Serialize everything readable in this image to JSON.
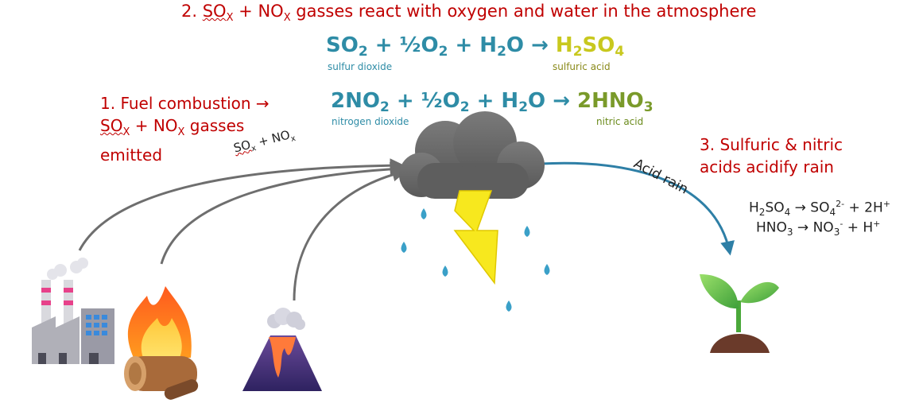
{
  "step2": {
    "num": "2. ",
    "so": "SO",
    "so_sub": "X",
    "plus": " + ",
    "no": "NO",
    "no_sub": "X",
    "rest": " gasses react with oxygen and water in the atmosphere"
  },
  "eq1": {
    "lhs": "SO",
    "lhs_sub": "2",
    "mid": " + ½O",
    "mid_sub": "2",
    "tail": " + H",
    "tail_sub": "2",
    "tail2": "O → ",
    "product": "H",
    "product_sub1": "2",
    "product_mid": "SO",
    "product_sub2": "4",
    "label_left": "sulfur dioxide",
    "label_right": "sulfuric acid"
  },
  "eq2": {
    "lhs": "2NO",
    "lhs_sub": "2",
    "mid": " + ½O",
    "mid_sub": "2",
    "tail": " + H",
    "tail_sub": "2",
    "tail2": "O → ",
    "product": "2HNO",
    "product_sub": "3",
    "label_left": "nitrogen dioxide",
    "label_right": "nitric acid"
  },
  "step1": {
    "line1": "1. Fuel combustion →",
    "so": "SO",
    "so_sub": "X",
    "plus": " + NO",
    "no_sub": "X",
    "gas": " gasses",
    "line3": "emitted"
  },
  "arrow_label": {
    "so": "SO",
    "so_sub": "x",
    "plus": " + NO",
    "no_sub": "x"
  },
  "acid_rain_label": "Acid rain",
  "step3": {
    "line1": "3. Sulfuric & nitric",
    "line2": "acids acidify rain"
  },
  "diss1": {
    "a": "H",
    "a_sub": "2",
    "b": "SO",
    "b_sub": "4",
    "c": " → SO",
    "c_sub": "4",
    "c_sup": "2-",
    "d": " + 2H",
    "d_sup": "+"
  },
  "diss2": {
    "a": "HNO",
    "a_sub": "3",
    "b": " → NO",
    "b_sub": "3",
    "b_sup": "-",
    "c": " + H",
    "c_sup": "+"
  },
  "colors": {
    "red_text": "#c00000",
    "teal_text": "#2e8ca6",
    "sulfuric_yellow": "#c8c81e",
    "nitric_green": "#7a9a2a",
    "cloud_grey": "#6e6e6e",
    "rain_blue": "#3aa0c8"
  }
}
